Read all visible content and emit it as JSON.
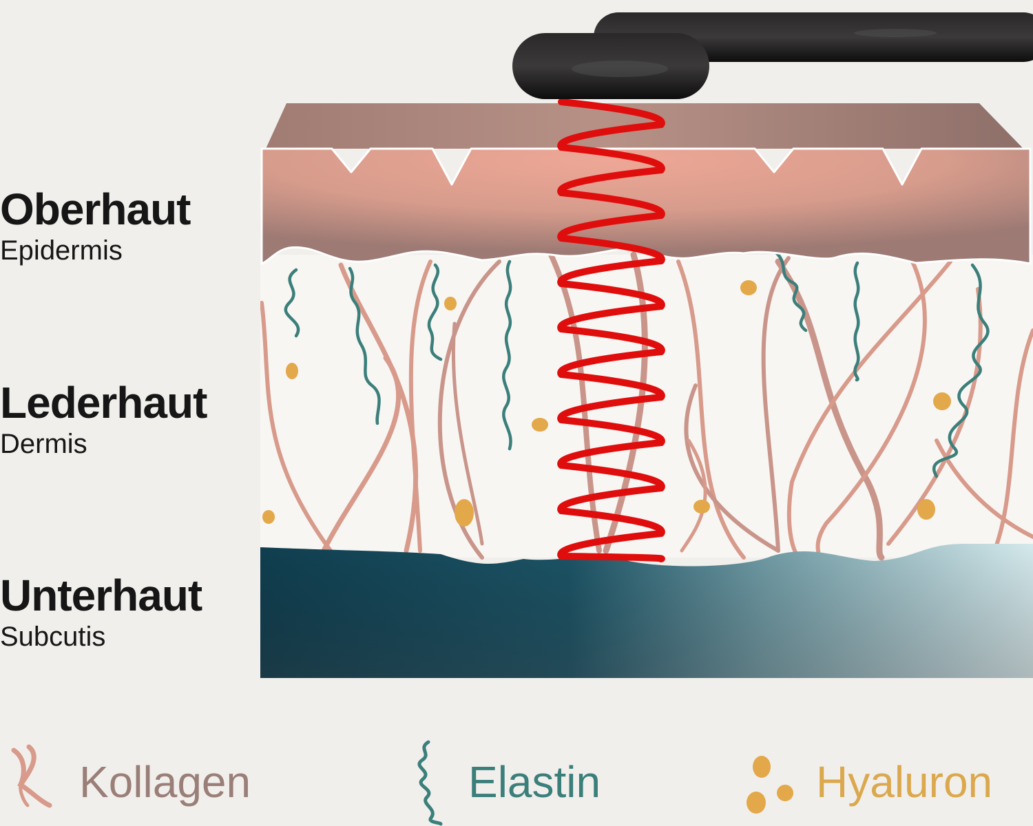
{
  "layers": [
    {
      "name": "Oberhaut",
      "latin": "Epidermis"
    },
    {
      "name": "Lederhaut",
      "latin": "Dermis"
    },
    {
      "name": "Unterhaut",
      "latin": "Subcutis"
    }
  ],
  "legend": {
    "kollagen": "Kollagen",
    "elastin": "Elastin",
    "hyaluron": "Hyaluron"
  },
  "icons": {
    "device": "radiofrequency-applicator-icon",
    "wave": "rf-energy-wave-icon",
    "kollagen": "collagen-fiber-icon",
    "elastin": "elastin-fiber-icon",
    "hyaluron": "hyaluron-dots-icon"
  },
  "colors": {
    "background": "#f1efec",
    "epidermis_top": "#9c7a72",
    "epidermis_front": "#e6a392",
    "dermis": "#f8f5f2",
    "subcutis_dark": "#13485a",
    "subcutis_light": "#cfe6ea",
    "kollagen": "#d89a8a",
    "elastin": "#3b7f7b",
    "hyaluron": "#e3a849",
    "wave": "#e00d0d",
    "device": "#1a1818"
  }
}
